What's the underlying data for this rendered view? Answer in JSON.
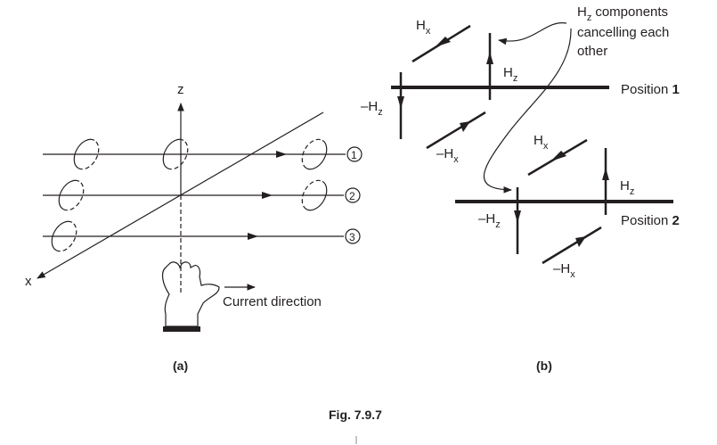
{
  "panel_a": {
    "axis_z": "z",
    "axis_x": "x",
    "line_labels": [
      "1",
      "2",
      "3"
    ],
    "current_label": "Current direction",
    "caption": "(a)"
  },
  "panel_b": {
    "annotation": [
      "components",
      "cancelling each",
      "other"
    ],
    "annotation_H": "H",
    "annotation_sub": "z",
    "position1": {
      "text": "Position ",
      "num": "1"
    },
    "position2": {
      "text": "Position ",
      "num": "2"
    },
    "hx": {
      "main": "H",
      "sub": "x"
    },
    "hz": {
      "main": "H",
      "sub": "z"
    },
    "neg_hx": {
      "main": "–H",
      "sub": "x"
    },
    "neg_hz": {
      "main": "–H",
      "sub": "z"
    },
    "caption": "(b)"
  },
  "figure_caption": "Fig. 7.9.7"
}
